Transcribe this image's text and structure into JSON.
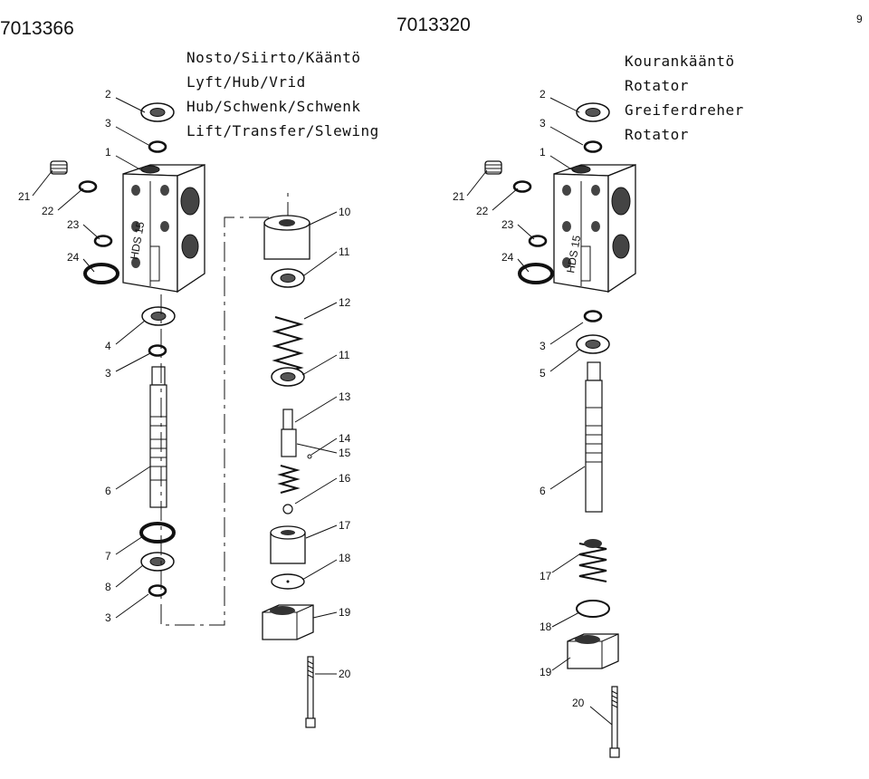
{
  "header": {
    "left_number": "7013366",
    "center_number": "7013320",
    "page_number": "9"
  },
  "left_assembly": {
    "labels": [
      "Nosto/Siirto/Kääntö",
      "Lyft/Hub/Vrid",
      "Hub/Schwenk/Schwenk",
      "Lift/Transfer/Slewing"
    ],
    "body_marking": "HDS 15",
    "callouts": {
      "c2": "2",
      "c3a": "3",
      "c1": "1",
      "c21": "21",
      "c22": "22",
      "c23": "23",
      "c24": "24",
      "c4": "4",
      "c3b": "3",
      "c6": "6",
      "c7": "7",
      "c8": "8",
      "c3c": "3",
      "c10": "10",
      "c11a": "11",
      "c12": "12",
      "c11b": "11",
      "c13": "13",
      "c14": "14",
      "c15": "15",
      "c16": "16",
      "c17": "17",
      "c18": "18",
      "c19": "19",
      "c20": "20"
    }
  },
  "right_assembly": {
    "labels": [
      "Kourankääntö",
      "Rotator",
      "Greiferdreher",
      "Rotator"
    ],
    "body_marking": "HDS 15",
    "callouts": {
      "c2": "2",
      "c3a": "3",
      "c1": "1",
      "c21": "21",
      "c22": "22",
      "c23": "23",
      "c24": "24",
      "c3b": "3",
      "c5": "5",
      "c6": "6",
      "c17": "17",
      "c18": "18",
      "c19": "19",
      "c20": "20"
    }
  }
}
